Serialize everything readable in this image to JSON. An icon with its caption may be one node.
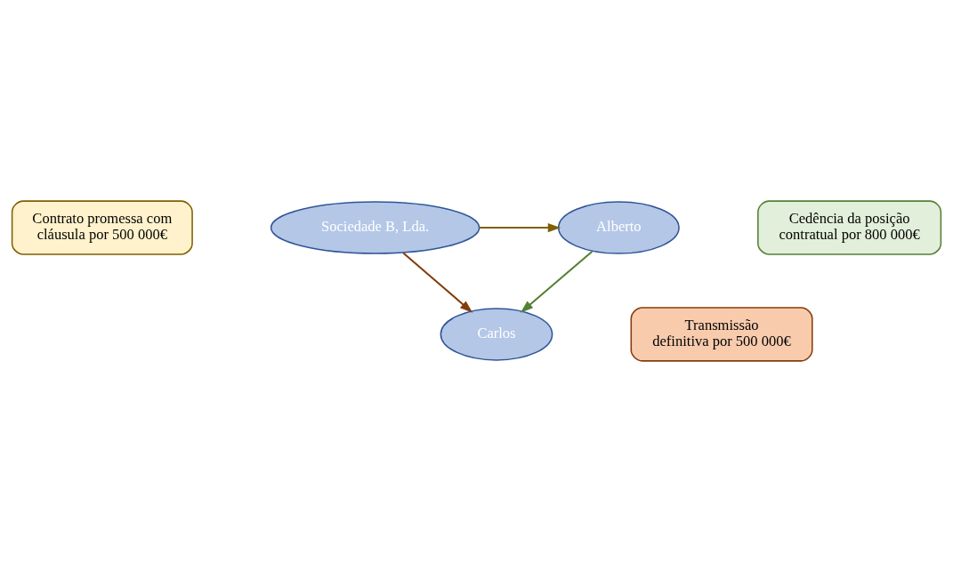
{
  "diagram": {
    "nodes": [
      {
        "text": [
          "Contrato promessa com cláusula por 500 000€"
        ]
      },
      {
        "text": [
          "Sociedade B, Lda."
        ]
      },
      {
        "text": [
          "Alberto"
        ]
      },
      {
        "text": [
          "Cedência da posição contratual por 800 000€"
        ]
      },
      {
        "text": [
          "Carlos"
        ]
      },
      {
        "text": [
          "Transmissão definitiva por 500 000€"
        ]
      }
    ],
    "edges": [
      {
        "from": 1,
        "to": 2,
        "arrow": "to",
        "color": "#7f6000"
      },
      {
        "from": 2,
        "to": 4,
        "arrow": "to",
        "color": "#538135"
      },
      {
        "from": 1,
        "to": 4,
        "arrow": "to",
        "color": "#843c0c"
      }
    ]
  }
}
